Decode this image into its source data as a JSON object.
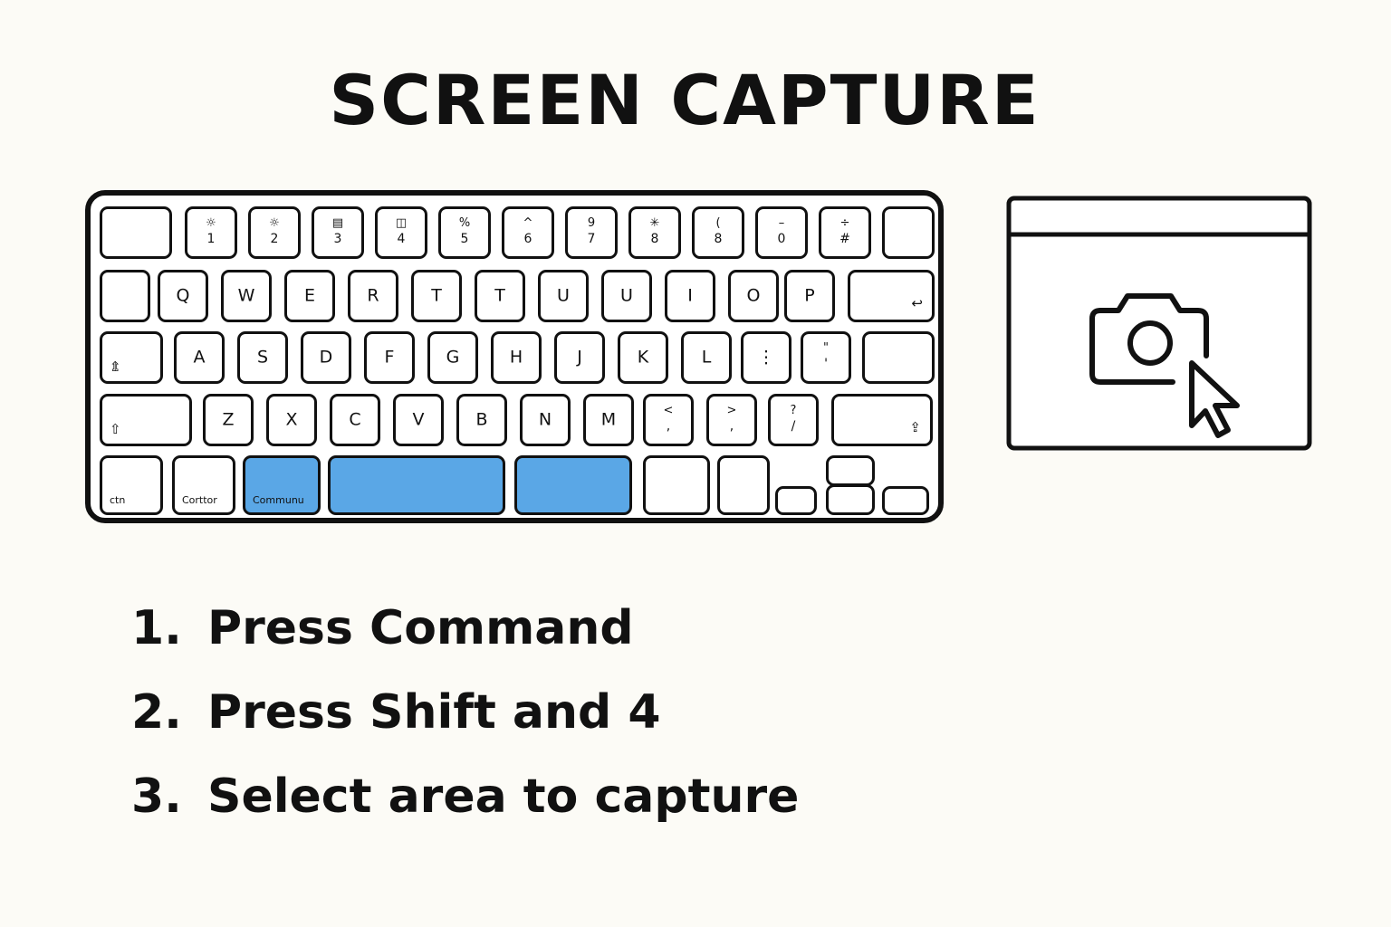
{
  "title": "SCREEN CAPTURE",
  "keyboard": {
    "rows": [
      [
        {
          "id": "esc"
        },
        {
          "top": "☼",
          "bottom": "1"
        },
        {
          "top": "☼",
          "bottom": "2"
        },
        {
          "top": "▤",
          "bottom": "3"
        },
        {
          "top": "◫",
          "bottom": "4"
        },
        {
          "top": "%",
          "bottom": "5"
        },
        {
          "top": "^",
          "bottom": "6"
        },
        {
          "top": "9",
          "bottom": "7"
        },
        {
          "top": "✳",
          "bottom": "8"
        },
        {
          "top": "(",
          "bottom": "8"
        },
        {
          "top": "–",
          "bottom": "0"
        },
        {
          "top": "÷",
          "bottom": "#"
        },
        {
          "id": "power"
        }
      ],
      [
        {
          "id": "tab"
        },
        {
          "label": "Q"
        },
        {
          "label": "W"
        },
        {
          "label": "E"
        },
        {
          "label": "R"
        },
        {
          "label": "T"
        },
        {
          "label": "T"
        },
        {
          "label": "U"
        },
        {
          "label": "U"
        },
        {
          "label": "I"
        },
        {
          "label": "O"
        },
        {
          "label": "P"
        },
        {
          "id": "return",
          "corner": "↩"
        }
      ],
      [
        {
          "id": "caps",
          "corner": "⇭"
        },
        {
          "label": "A"
        },
        {
          "label": "S"
        },
        {
          "label": "D"
        },
        {
          "label": "F"
        },
        {
          "label": "G"
        },
        {
          "label": "H"
        },
        {
          "label": "J"
        },
        {
          "label": "K"
        },
        {
          "label": "L"
        },
        {
          "label": "⋮"
        },
        {
          "top": "\"",
          "bottom": "'"
        },
        {
          "id": "enter"
        }
      ],
      [
        {
          "id": "left-shift",
          "corner": "⇧"
        },
        {
          "label": "Z"
        },
        {
          "label": "X"
        },
        {
          "label": "C"
        },
        {
          "label": "V"
        },
        {
          "label": "B"
        },
        {
          "label": "N"
        },
        {
          "label": "M"
        },
        {
          "top": "<",
          "bottom": ","
        },
        {
          "top": ">",
          "bottom": ","
        },
        {
          "top": "?",
          "bottom": "/"
        },
        {
          "id": "right-shift",
          "corner": "⇪"
        }
      ],
      [
        {
          "id": "fn",
          "corner": "ctn"
        },
        {
          "id": "control",
          "corner": "Corttor"
        },
        {
          "id": "command",
          "corner": "Communu",
          "highlighted": true
        },
        {
          "id": "space",
          "highlighted": true
        },
        {
          "id": "right-command",
          "highlighted": true
        },
        {
          "id": "option"
        },
        {
          "id": "arrow-left"
        },
        {
          "id": "arrow-down"
        },
        {
          "id": "arrow-up"
        },
        {
          "id": "arrow-down-2"
        },
        {
          "id": "arrow-right"
        }
      ]
    ],
    "highlight_color": "#5aa7e6"
  },
  "illustration": {
    "icons": [
      "camera-icon",
      "cursor-arrow-icon"
    ]
  },
  "steps": [
    {
      "number": "1.",
      "text": "Press Command"
    },
    {
      "number": "2.",
      "text": "Press Shift and 4"
    },
    {
      "number": "3.",
      "text": "Select area to capture"
    }
  ]
}
